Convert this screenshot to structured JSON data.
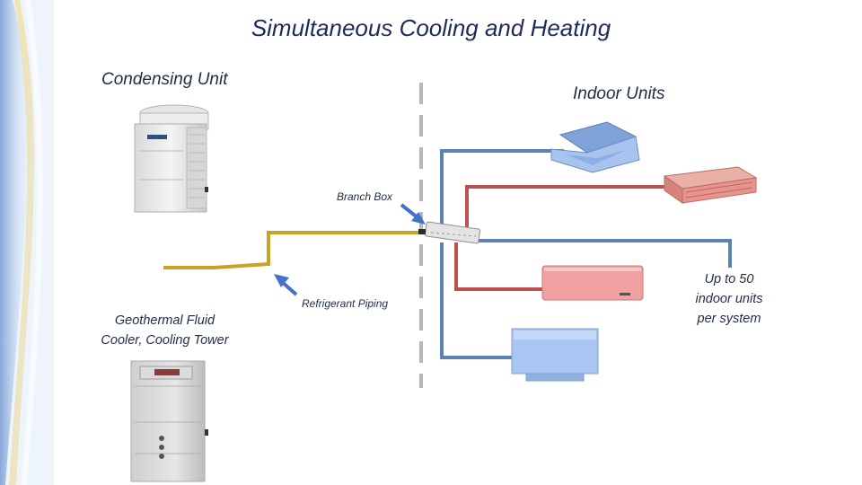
{
  "title": "Simultaneous Cooling and Heating",
  "labels": {
    "condensing_unit": "Condensing Unit",
    "indoor_units": "Indoor Units",
    "branch_box": "Branch Box",
    "refrigerant_piping": "Refrigerant Piping",
    "geothermal_line1": "Geothermal  Fluid",
    "geothermal_line2": "Cooler,  Cooling Tower",
    "capacity_line1": "Up to 50",
    "capacity_line2": "indoor units",
    "capacity_line3": "per system"
  },
  "colors": {
    "title": "#1e2a5a",
    "gold_pipe": "#c9a227",
    "blue_pipe": "#5b82b5",
    "red_pipe": "#c0504d",
    "divider": "#b7b7b7",
    "arrow": "#4472c4",
    "cassette_unit": "#8fb4e8",
    "ducted_unit": "#e79a9a",
    "wall_unit": "#f0a0a0",
    "floor_unit": "#a9c6f2"
  }
}
